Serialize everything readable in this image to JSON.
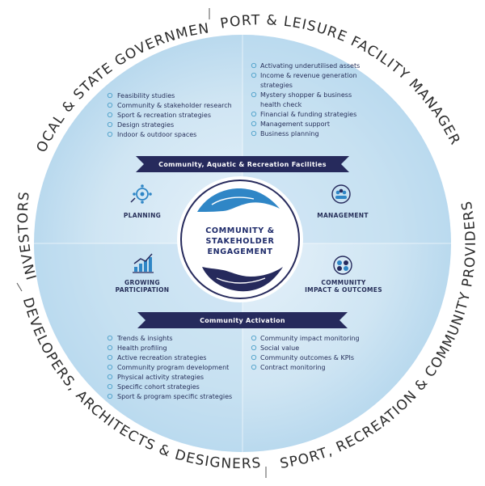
{
  "ring": {
    "top_left": "LOCAL & STATE GOVERNMENT",
    "top_right": "SPORT & LEISURE FACILITY MANAGERS",
    "left": "INVESTORS",
    "bottom_left": "DEVELOPERS, ARCHITECTS & DESIGNERS",
    "bottom_right": "SPORT, RECREATION & COMMUNITY PROVIDERS"
  },
  "top_left_list": [
    "Feasibility studies",
    "Community & stakeholder research",
    "Sport & recreation strategies",
    "Design strategies",
    "Indoor & outdoor spaces"
  ],
  "top_right_list": [
    "Activating underutilised assets",
    "Income & revenue generation",
    "strategies",
    "Mystery shopper & business",
    "health check",
    "Financial & funding strategies",
    "Management support",
    "Business planning"
  ],
  "banner_top": "Community, Aquatic & Recreation Facilities",
  "banner_bottom": "Community Activation",
  "quadrants": {
    "planning": "PLANNING",
    "management": "MANAGEMENT",
    "growing_1": "GROWING",
    "growing_2": "PARTICIPATION",
    "impact_1": "COMMUNITY",
    "impact_2": "IMPACT & OUTCOMES"
  },
  "center": {
    "line1": "COMMUNITY &",
    "line2": "STAKEHOLDER",
    "line3": "ENGAGEMENT"
  },
  "bottom_left_list": [
    "Trends & insights",
    "Health profiling",
    "Active recreation strategies",
    "Community program development",
    "Physical activity strategies",
    "Specific cohort strategies",
    "Sport & program specific strategies"
  ],
  "bottom_right_list": [
    "Community impact monitoring",
    "Social value",
    "Community outcomes & KPIs",
    "Contract monitoring"
  ],
  "colors": {
    "navy": "#262a5c",
    "blue": "#2f86c6",
    "light_blue": "#d3e7f4"
  }
}
